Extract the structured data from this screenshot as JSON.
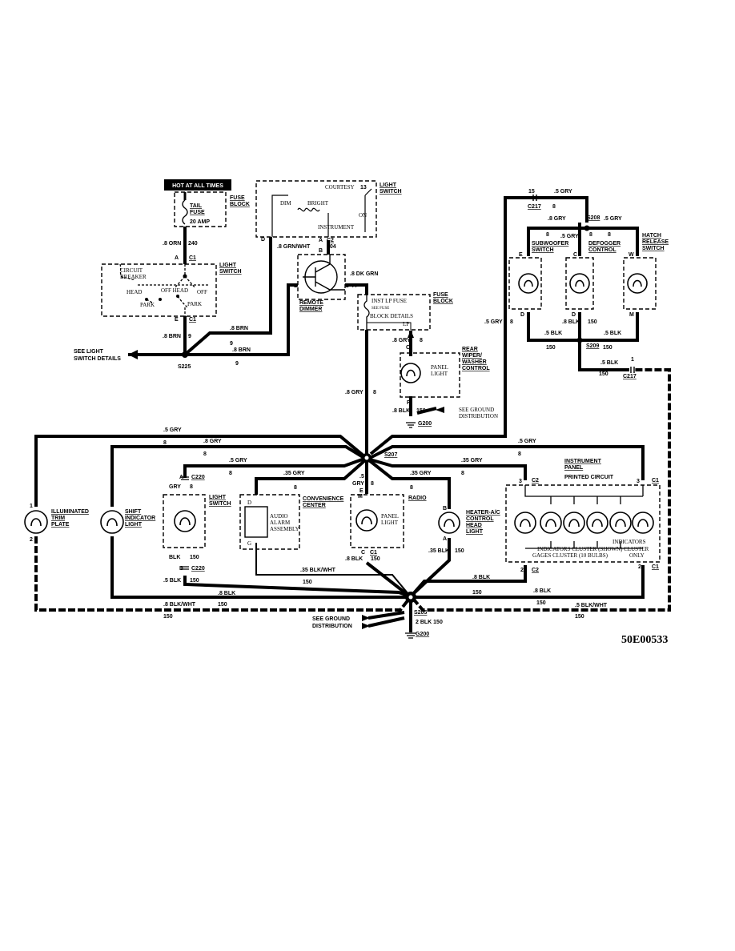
{
  "labels": {
    "hot_at_all_times": "HOT AT ALL TIMES",
    "fuse_block": "FUSE\nBLOCK",
    "tail_fuse": "TAIL\nFUSE",
    "amp": "20 AMP",
    "light_switch": "LIGHT\nSWITCH",
    "courtesy": "COURTESY",
    "dim": "DIM",
    "bright": "BRIGHT",
    "instrument": "INSTRUMENT",
    "on": "ON",
    "circuit_breaker": "CIRCUIT\nBREAKER",
    "head": "HEAD",
    "off_head": "OFF HEAD",
    "off": "OFF",
    "park": "PARK",
    "remote_dimmer": "REMOTE\nDIMMER",
    "inst_lp_fuse": "INST LP FUSE\nSEE FUSE",
    "block_details": "BLOCK DETAILS",
    "lp": "LP",
    "see_light_switch_details": "SEE LIGHT\nSWITCH DETAILS",
    "rear_wiper": "REAR\nWIPER/\nWASHER\nCONTROL",
    "panel_light": "PANEL\nLIGHT",
    "see_ground_distribution": "SEE GROUND\nDISTRIBUTION",
    "subwoofer_switch": "SUBWOOFER\nSWITCH",
    "defogger_control": "DEFOGGER\nCONTROL",
    "hatch_release_switch": "HATCH\nRELEASE\nSWITCH",
    "illuminated_trim_plate": "ILLUMINATED\nTRIM\nPLATE",
    "shift_indicator_light": "SHIFT\nINDICATOR\nLIGHT",
    "light_switch_2": "LIGHT\nSWITCH",
    "convenience_center": "CONVENIENCE\nCENTER",
    "audio_alarm_assembly": "AUDIO\nALARM\nASSEMBLY",
    "radio": "RADIO",
    "heater_ac": "HEATER-A/C\nCONTROL\nHEAD\nLIGHT",
    "instrument_panel": "INSTRUMENT\nPANEL",
    "printed_circuit": "PRINTED CIRCUIT",
    "indicators_cluster": "INDICATORS\nINDICATORS CLUSTER (SHOWN) CLUSTER\nGAGES CLUSTER (10 BULBS)         ONLY",
    "see_ground_distribution_2": "SEE GROUND\nDISTRIBUTION",
    "figure_code": "50E00533"
  },
  "wires": {
    "w_8orn": ".8 ORN",
    "n240": "240",
    "w_8grnwht": ".8 GRN/WHT",
    "n804": "804",
    "w_8dkgrn": ".8 DK GRN",
    "n44": "44",
    "w_8brn_a": ".8 BRN",
    "w_8brn_b": ".8 BRN",
    "w_8brn_c": ".8 BRN",
    "n9a": "9",
    "n9b": "9",
    "n9c": "9",
    "n9d": "9",
    "n9e": "9",
    "w_8gry_mid": ".8 GRY",
    "n8_mid": "8",
    "w_5gry_right": ".5 GRY",
    "n8_right": "8",
    "w_8gry_rear": ".8 GRY",
    "n8_rear": "8",
    "w_8blk_rear": ".8 BLK",
    "n150_rear": "150",
    "n15": "15",
    "w_5gry_c217": ".5 GRY",
    "n8_c217": "8",
    "w_8gry_s208": ".8 GRY",
    "w_5gry_s208": ".5 GRY",
    "w_5gry_sub": ".5 GRY",
    "w_8blk_sub": ".8 BLK",
    "w_5blk_def": ".5 BLK",
    "w_5blk_hatch": ".5 BLK",
    "n150_a": "150",
    "n150_b": "150",
    "n150_c": "150",
    "w_5blk_c217": ".5 BLK",
    "n150_c217": "150",
    "n1_c217": "1",
    "w_5gry_top": ".5 GRY",
    "n8_top": "8",
    "w_8gry_top2": ".8 GRY",
    "n8_top2": "8",
    "w_5gry_top3": ".5 GRY",
    "n8_top3": "8",
    "w_5gry_ls": ".5 GRY",
    "n8_ls": "8",
    "w_35gry_cc": ".35 GRY",
    "n8_cc": "8",
    "w_5gry_s207": ".5",
    "w_gry_s207": "GRY",
    "n8_s207": "8",
    "w_35gry_radio": ".35 GRY",
    "n8_radio": "8",
    "w_35gry_ip": ".35 GRY",
    "n8_ip": "8",
    "gry_ls": "GRY",
    "n8_gry_ls": "8",
    "blk_ls": "BLK",
    "n150_ls": "150",
    "w_5blk_ls": ".5 BLK",
    "n150_ls2": "150",
    "w_8blk_shift": ".8 BLK",
    "w_8blkwht_left": ".8 BLK/WHT",
    "n150_left": "150",
    "n150_left2": "150",
    "w_35blkwht": ".35 BLK/WHT",
    "n150_cc": "150",
    "w_8blk_radio": ".8 BLK",
    "n150_radio": "150",
    "w_35blk_heater": ".35 BLK",
    "n150_heater": "150",
    "w_8blk_ip": ".8 BLK",
    "n150_ip": "150",
    "w_8blk_ip2": ".8 BLK",
    "n150_ip2": "150",
    "n150_ip3": "150",
    "w_5blkwht_right": ".5 BLK/WHT",
    "n150_right": "150",
    "w_2blk": "2 BLK 150"
  },
  "connectors": {
    "c1_a": "C1",
    "c1_b": "C1",
    "c2_rd": "C2",
    "c2_ip": "C2",
    "c2_ip2": "C2",
    "c1_ip": "C1",
    "c1_ip2": "C1",
    "c217": "C217",
    "c217_b": "C217",
    "c220": "C220",
    "c220_b": "C220",
    "c1_radio": "C1",
    "s225": "S225",
    "s207": "S207",
    "s208": "S208",
    "s209": "S209",
    "s205": "S205",
    "g200": "G200",
    "g200_b": "G200"
  },
  "pins": {
    "a": "A",
    "e": "E",
    "d": "D",
    "a2": "A",
    "b": "B",
    "c": "C",
    "d2": "D",
    "c3": "C",
    "f": "F",
    "e2": "E",
    "d3": "D",
    "c4": "C",
    "d4": "D",
    "w": "W",
    "m": "M",
    "n1": "1",
    "n2": "2",
    "a3": "A",
    "b2": "B",
    "d5": "D",
    "g": "G",
    "e3": "E",
    "m2": "M",
    "c5": "C",
    "b3": "B",
    "a4": "A",
    "n3": "3",
    "n3b": "3",
    "n2b": "2",
    "n2c": "2"
  }
}
